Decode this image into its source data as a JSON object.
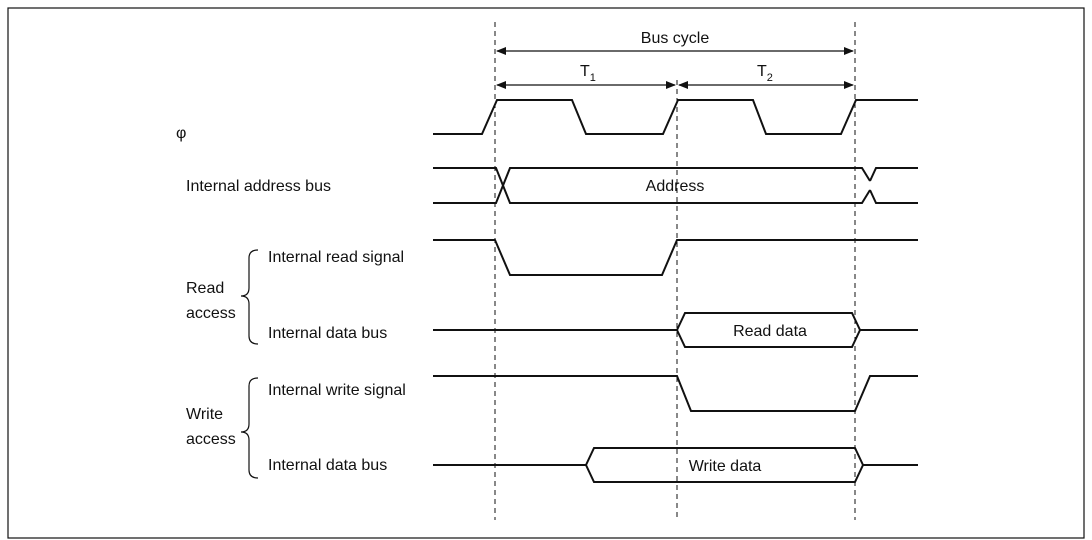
{
  "timing": {
    "bus_cycle_label": "Bus cycle",
    "t1_label": "T",
    "t1_sub": "1",
    "t2_label": "T",
    "t2_sub": "2"
  },
  "signals": {
    "phi": "φ",
    "internal_address_bus": "Internal address bus",
    "address_value": "Address",
    "read_access_line1": "Read",
    "read_access_line2": "access",
    "internal_read_signal": "Internal read signal",
    "read_data_bus": "Internal data bus",
    "read_data_value": "Read data",
    "write_access_line1": "Write",
    "write_access_line2": "access",
    "internal_write_signal": "Internal write signal",
    "write_data_bus": "Internal data bus",
    "write_data_value": "Write data"
  }
}
